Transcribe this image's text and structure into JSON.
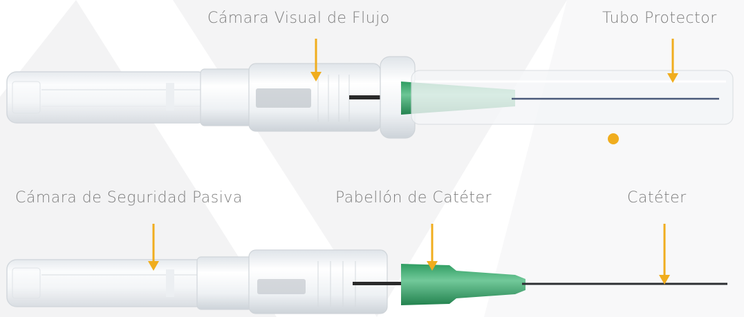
{
  "labels": {
    "flow_chamber": "Cámara Visual de Flujo",
    "protective_tube": "Tubo Protector",
    "passive_safety_chamber": "Cámara de Seguridad Pasiva",
    "catheter_hub": "Pabellón de Catéter",
    "catheter": "Catéter"
  },
  "colors": {
    "arrow": "#f0ad1e",
    "dot": "#f0ad1e",
    "label_text": "#7d7d7d",
    "hub_green": "#3aa96b",
    "background_shape": "#f2f2f3"
  }
}
